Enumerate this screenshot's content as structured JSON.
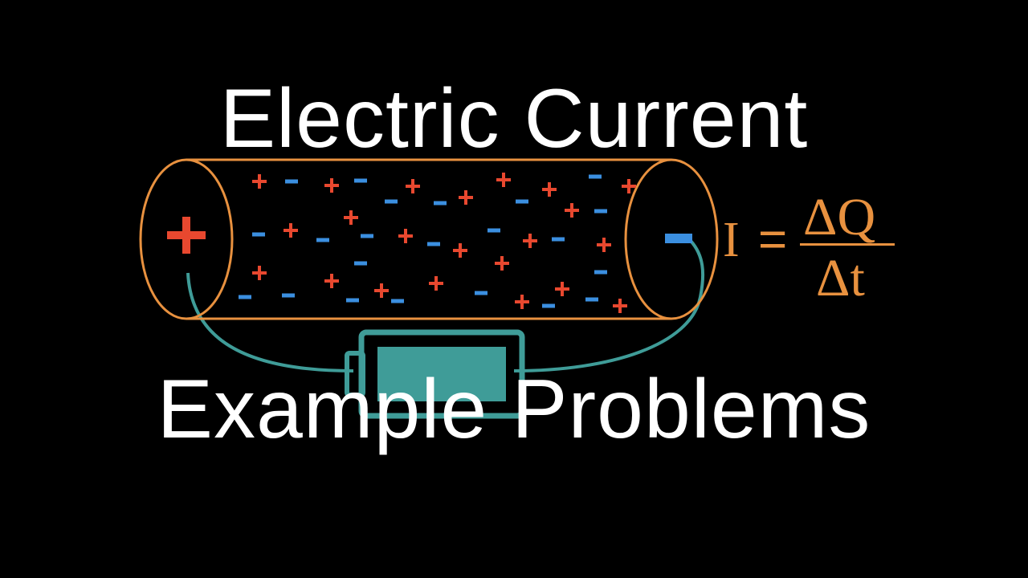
{
  "title": {
    "line1": "Electric Current",
    "line2": "Example Problems"
  },
  "formula": {
    "lhs": "I",
    "equals": "=",
    "numerator": "ΔQ",
    "denominator": "Δt"
  },
  "colors": {
    "background": "#000000",
    "text": "#ffffff",
    "cylinder_outline": "#e8913f",
    "positive_charge": "#e8482f",
    "negative_charge": "#3b8fe0",
    "wire": "#3f9c98",
    "battery": "#3f9c98",
    "formula": "#e8913f"
  },
  "charges": {
    "positive_symbol": "+",
    "negative_symbol": "-"
  },
  "icons": {
    "battery": "battery-icon",
    "conductor": "cylinder-conductor"
  }
}
